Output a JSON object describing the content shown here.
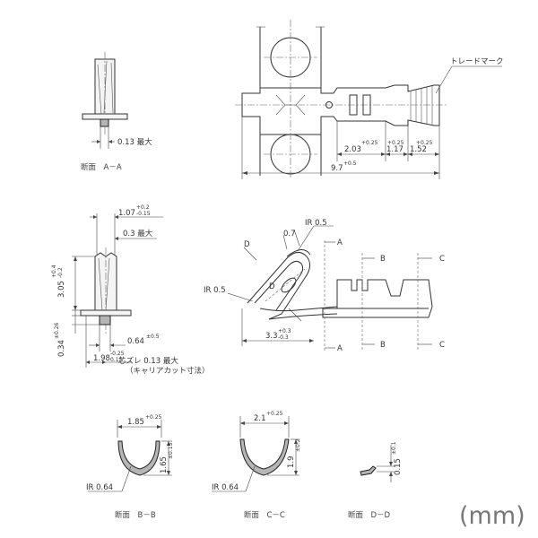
{
  "unit_label": "(mm)",
  "sections": {
    "aa": "断面　A－A",
    "bb": "断面　B－B",
    "cc": "断面　C－C",
    "dd": "断面　D－D"
  },
  "top_view": {
    "trademark": "トレードマーク",
    "dim_203": "2.03",
    "dim_203_tol": "+0.25",
    "dim_117": "1.17",
    "dim_117_tol": "+0.25",
    "dim_152": "1.52",
    "dim_152_tol": "+0.25",
    "dim_97": "9.7",
    "dim_97_tol": "+0.5"
  },
  "section_aa": {
    "dim_013": "0.13 最大"
  },
  "side_left": {
    "dim_107": "1.07",
    "dim_107_tol_up": "+0.2",
    "dim_107_tol_dn": "-0.15",
    "dim_03": "0.3 最大",
    "dim_305": "3.05",
    "dim_305_tol_up": "+0.4",
    "dim_305_tol_dn": "-0.2",
    "dim_034": "0.34",
    "dim_034_tol": "±0.26",
    "dim_064": "0.64",
    "dim_064_tol": "±0.5",
    "dim_198": "1.98",
    "dim_198_tol_up": "-0.25",
    "dim_198_tol_dn": "0.15",
    "note1": "芯ズレ 0.13 最大",
    "note2": "（キャリアカット寸法）"
  },
  "side_right": {
    "ir05_top": "IR 0.5",
    "ir05_left": "IR 0.5",
    "dim_07": "0.7",
    "dim_33": "3.3",
    "dim_33_tol_up": "+0.3",
    "dim_33_tol_dn": "-0.3",
    "label_d": "D",
    "label_a": "A",
    "label_b": "B",
    "label_c": "C"
  },
  "section_bb": {
    "dim_185": "1.85",
    "dim_185_tol": "+0.25",
    "dim_165": "1.65",
    "dim_165_tol": "±0.15",
    "radius": "IR 0.64"
  },
  "section_cc": {
    "dim_21": "2.1",
    "dim_21_tol": "+0.25",
    "dim_19": "1.9",
    "dim_19_tol": "±0.2",
    "radius": "IR 0.64"
  },
  "section_dd": {
    "dim_015": "0.15",
    "dim_015_tol": "±0.1"
  }
}
